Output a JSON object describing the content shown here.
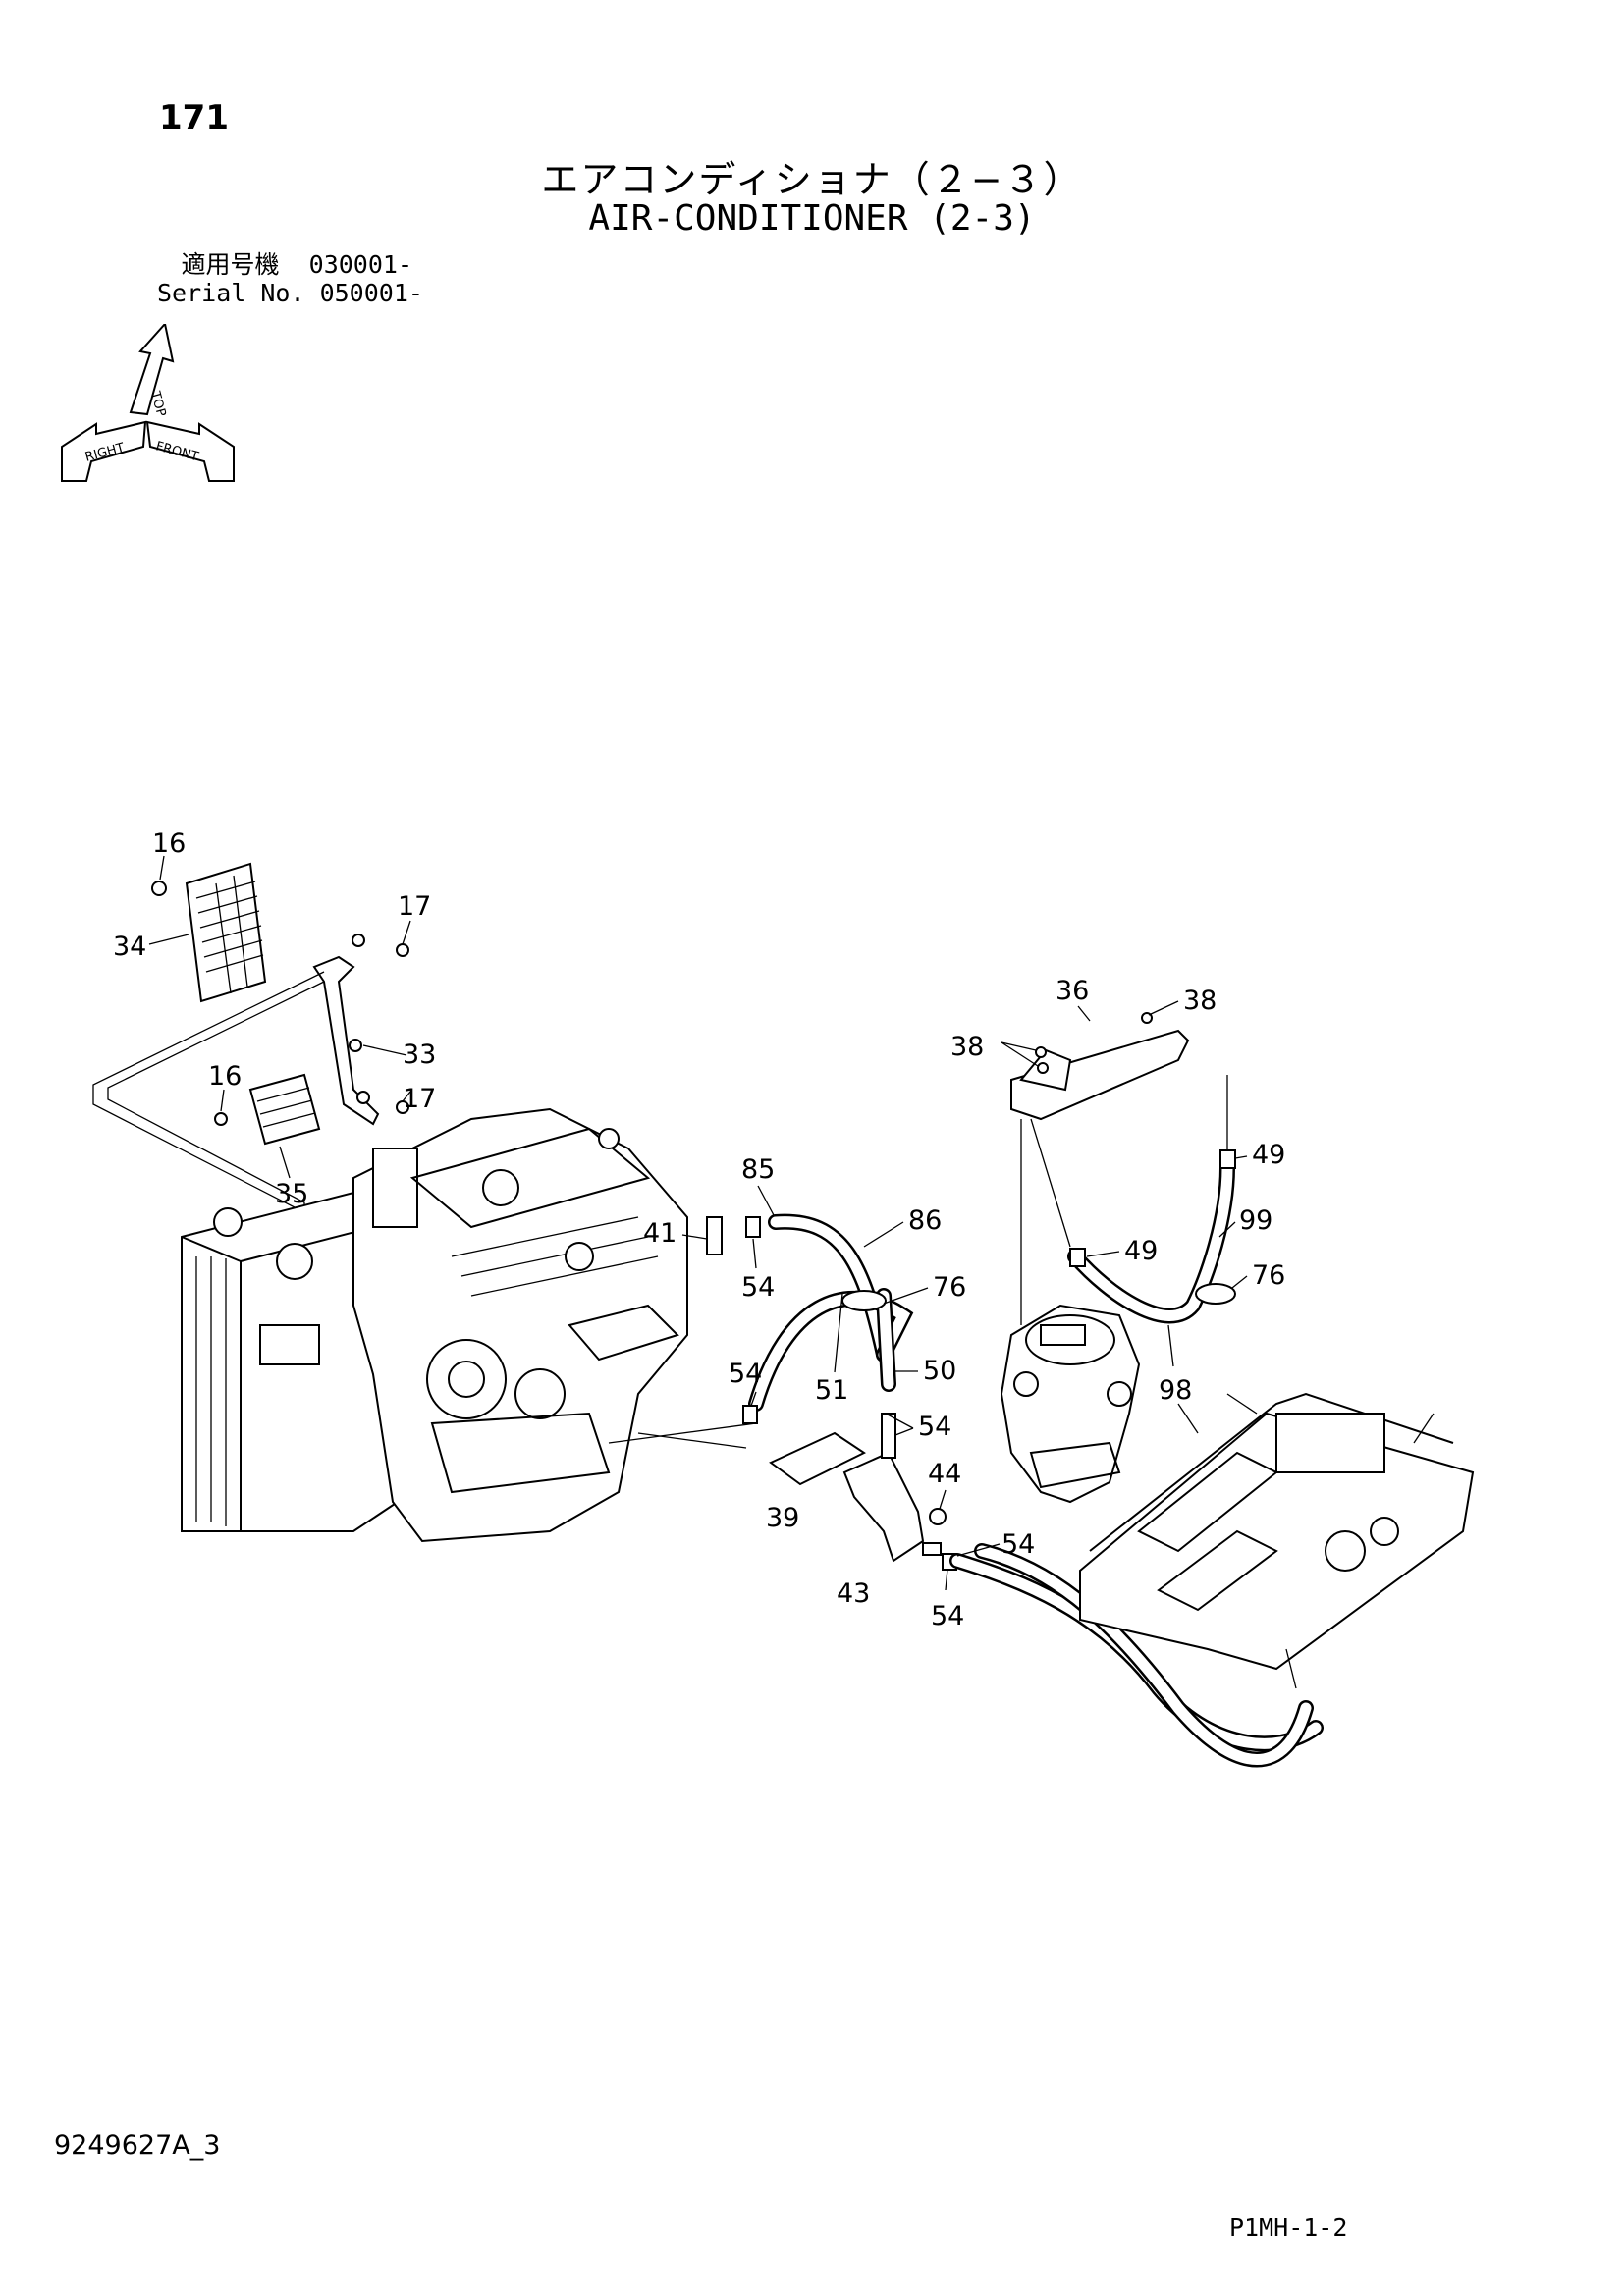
{
  "header": {
    "page_number": "171",
    "title_ja": "エアコンディショナ（２−３）",
    "title_en": "AIR-CONDITIONER (2-3)",
    "serial_label_ja": "適用号機",
    "serial_value_ja": "030001-",
    "serial_label_en": "Serial No.",
    "serial_value_en": "050001-"
  },
  "orientation": {
    "top": "TOP",
    "right": "RIGHT",
    "front": "FRONT"
  },
  "callouts": [
    {
      "id": "c16a",
      "label": "16"
    },
    {
      "id": "c34",
      "label": "34"
    },
    {
      "id": "c17a",
      "label": "17"
    },
    {
      "id": "c33",
      "label": "33"
    },
    {
      "id": "c16b",
      "label": "16"
    },
    {
      "id": "c17b",
      "label": "17"
    },
    {
      "id": "c35",
      "label": "35"
    },
    {
      "id": "c85",
      "label": "85"
    },
    {
      "id": "c86",
      "label": "86"
    },
    {
      "id": "c41",
      "label": "41"
    },
    {
      "id": "c54a",
      "label": "54"
    },
    {
      "id": "c76a",
      "label": "76"
    },
    {
      "id": "c54b",
      "label": "54"
    },
    {
      "id": "c50",
      "label": "50"
    },
    {
      "id": "c51",
      "label": "51"
    },
    {
      "id": "c54c",
      "label": "54"
    },
    {
      "id": "c44",
      "label": "44"
    },
    {
      "id": "c39",
      "label": "39"
    },
    {
      "id": "c43",
      "label": "43"
    },
    {
      "id": "c54d",
      "label": "54"
    },
    {
      "id": "c54e",
      "label": "54"
    },
    {
      "id": "c36",
      "label": "36"
    },
    {
      "id": "c38a",
      "label": "38"
    },
    {
      "id": "c38b",
      "label": "38"
    },
    {
      "id": "c49a",
      "label": "49"
    },
    {
      "id": "c99",
      "label": "99"
    },
    {
      "id": "c49b",
      "label": "49"
    },
    {
      "id": "c76b",
      "label": "76"
    },
    {
      "id": "c98",
      "label": "98"
    }
  ],
  "footer": {
    "doc_code": "9249627A_3",
    "page_ref": "P1MH-1-2"
  }
}
